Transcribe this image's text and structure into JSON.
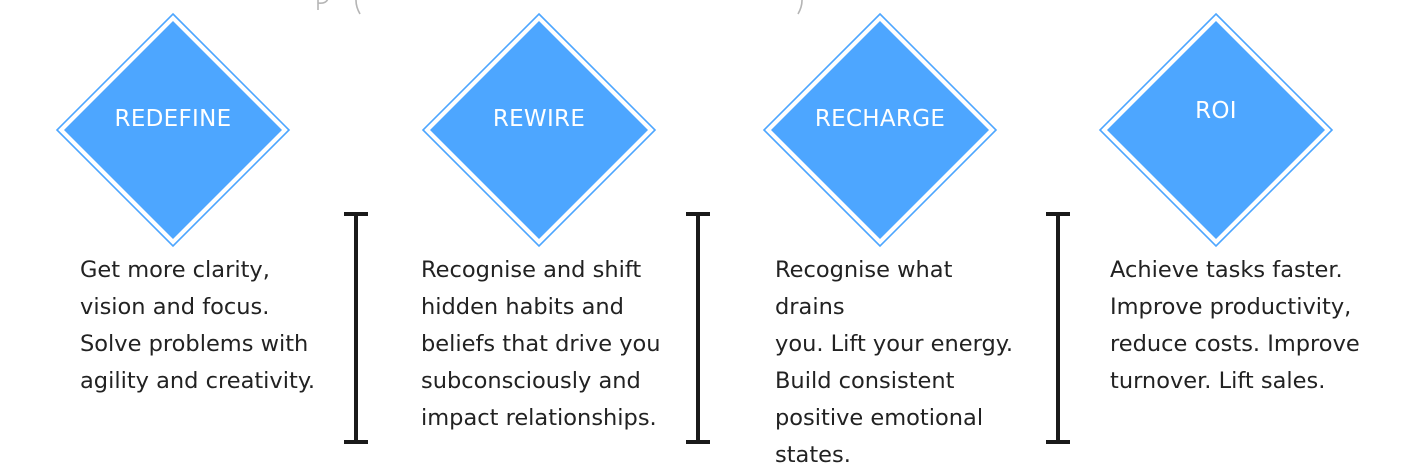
{
  "colors": {
    "diamond_fill": "#4da6ff",
    "diamond_outline": "#4da6ff",
    "label_text": "#ffffff",
    "body_text": "#222222",
    "bracket": "#1a1a1a"
  },
  "steps": [
    {
      "label": "REDEFINE",
      "description": "Get more clarity,\nvision and focus.\n Solve problems with\nagility and creativity."
    },
    {
      "label": "REWIRE",
      "description": "Recognise and shift\nhidden habits and\nbeliefs that drive you\nsubconsciously and\nimpact relationships."
    },
    {
      "label": "RECHARGE",
      "description": "Recognise what drains\nyou.  Lift your energy.\nBuild consistent\npositive emotional\nstates."
    },
    {
      "label": "ROI",
      "description": "Achieve tasks faster.\nImprove productivity,\nreduce costs. Improve\nturnover. Lift sales."
    }
  ],
  "separators": [
    {
      "icon": "i-beam-bracket-icon"
    },
    {
      "icon": "i-beam-bracket-icon"
    },
    {
      "icon": "i-beam-bracket-icon"
    }
  ]
}
